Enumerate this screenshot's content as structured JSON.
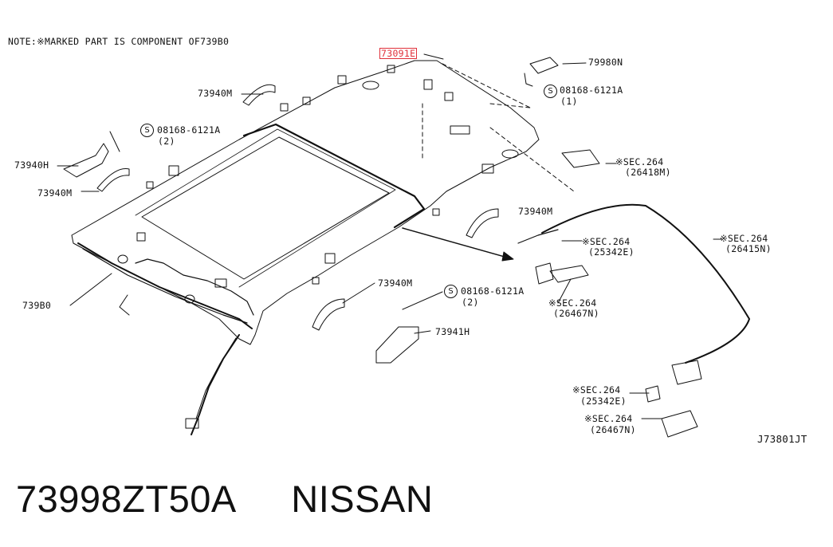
{
  "note": "NOTE:※MARKED PART IS COMPONENT OF739B0",
  "labels": {
    "l73091E": "73091E",
    "l79980N": "79980N",
    "s1_code": "08168-6121A",
    "s1_qty": "(1)",
    "l73940M_a": "73940M",
    "s2_code": "08168-6121A",
    "s2_qty": "(2)",
    "l73940H": "73940H",
    "l73940M_b": "73940M",
    "sec1_code": "※SEC.264",
    "sec1_ref": "(26418M)",
    "l73940M_c": "73940M",
    "sec2_code": "※SEC.264",
    "sec2_ref": "(25342E)",
    "sec3_code": "※SEC.264",
    "sec3_ref": "(26415N)",
    "l739B0": "739B0",
    "sec4_code": "※SEC.264",
    "sec4_ref": "(26467N)",
    "l73940M_d": "73940M",
    "s3_code": "08168-6121A",
    "s3_qty": "(2)",
    "l73941H": "73941H",
    "sec5_code": "※SEC.264",
    "sec5_ref": "(25342E)",
    "sec6_code": "※SEC.264",
    "sec6_ref": "(26467N)",
    "diagram_id": "J73801JT",
    "screw_symbol": "S"
  },
  "footer": {
    "part_number": "73998ZT50A",
    "brand": "NISSAN"
  },
  "colors": {
    "highlight": "#e0303a",
    "ink": "#111111"
  }
}
